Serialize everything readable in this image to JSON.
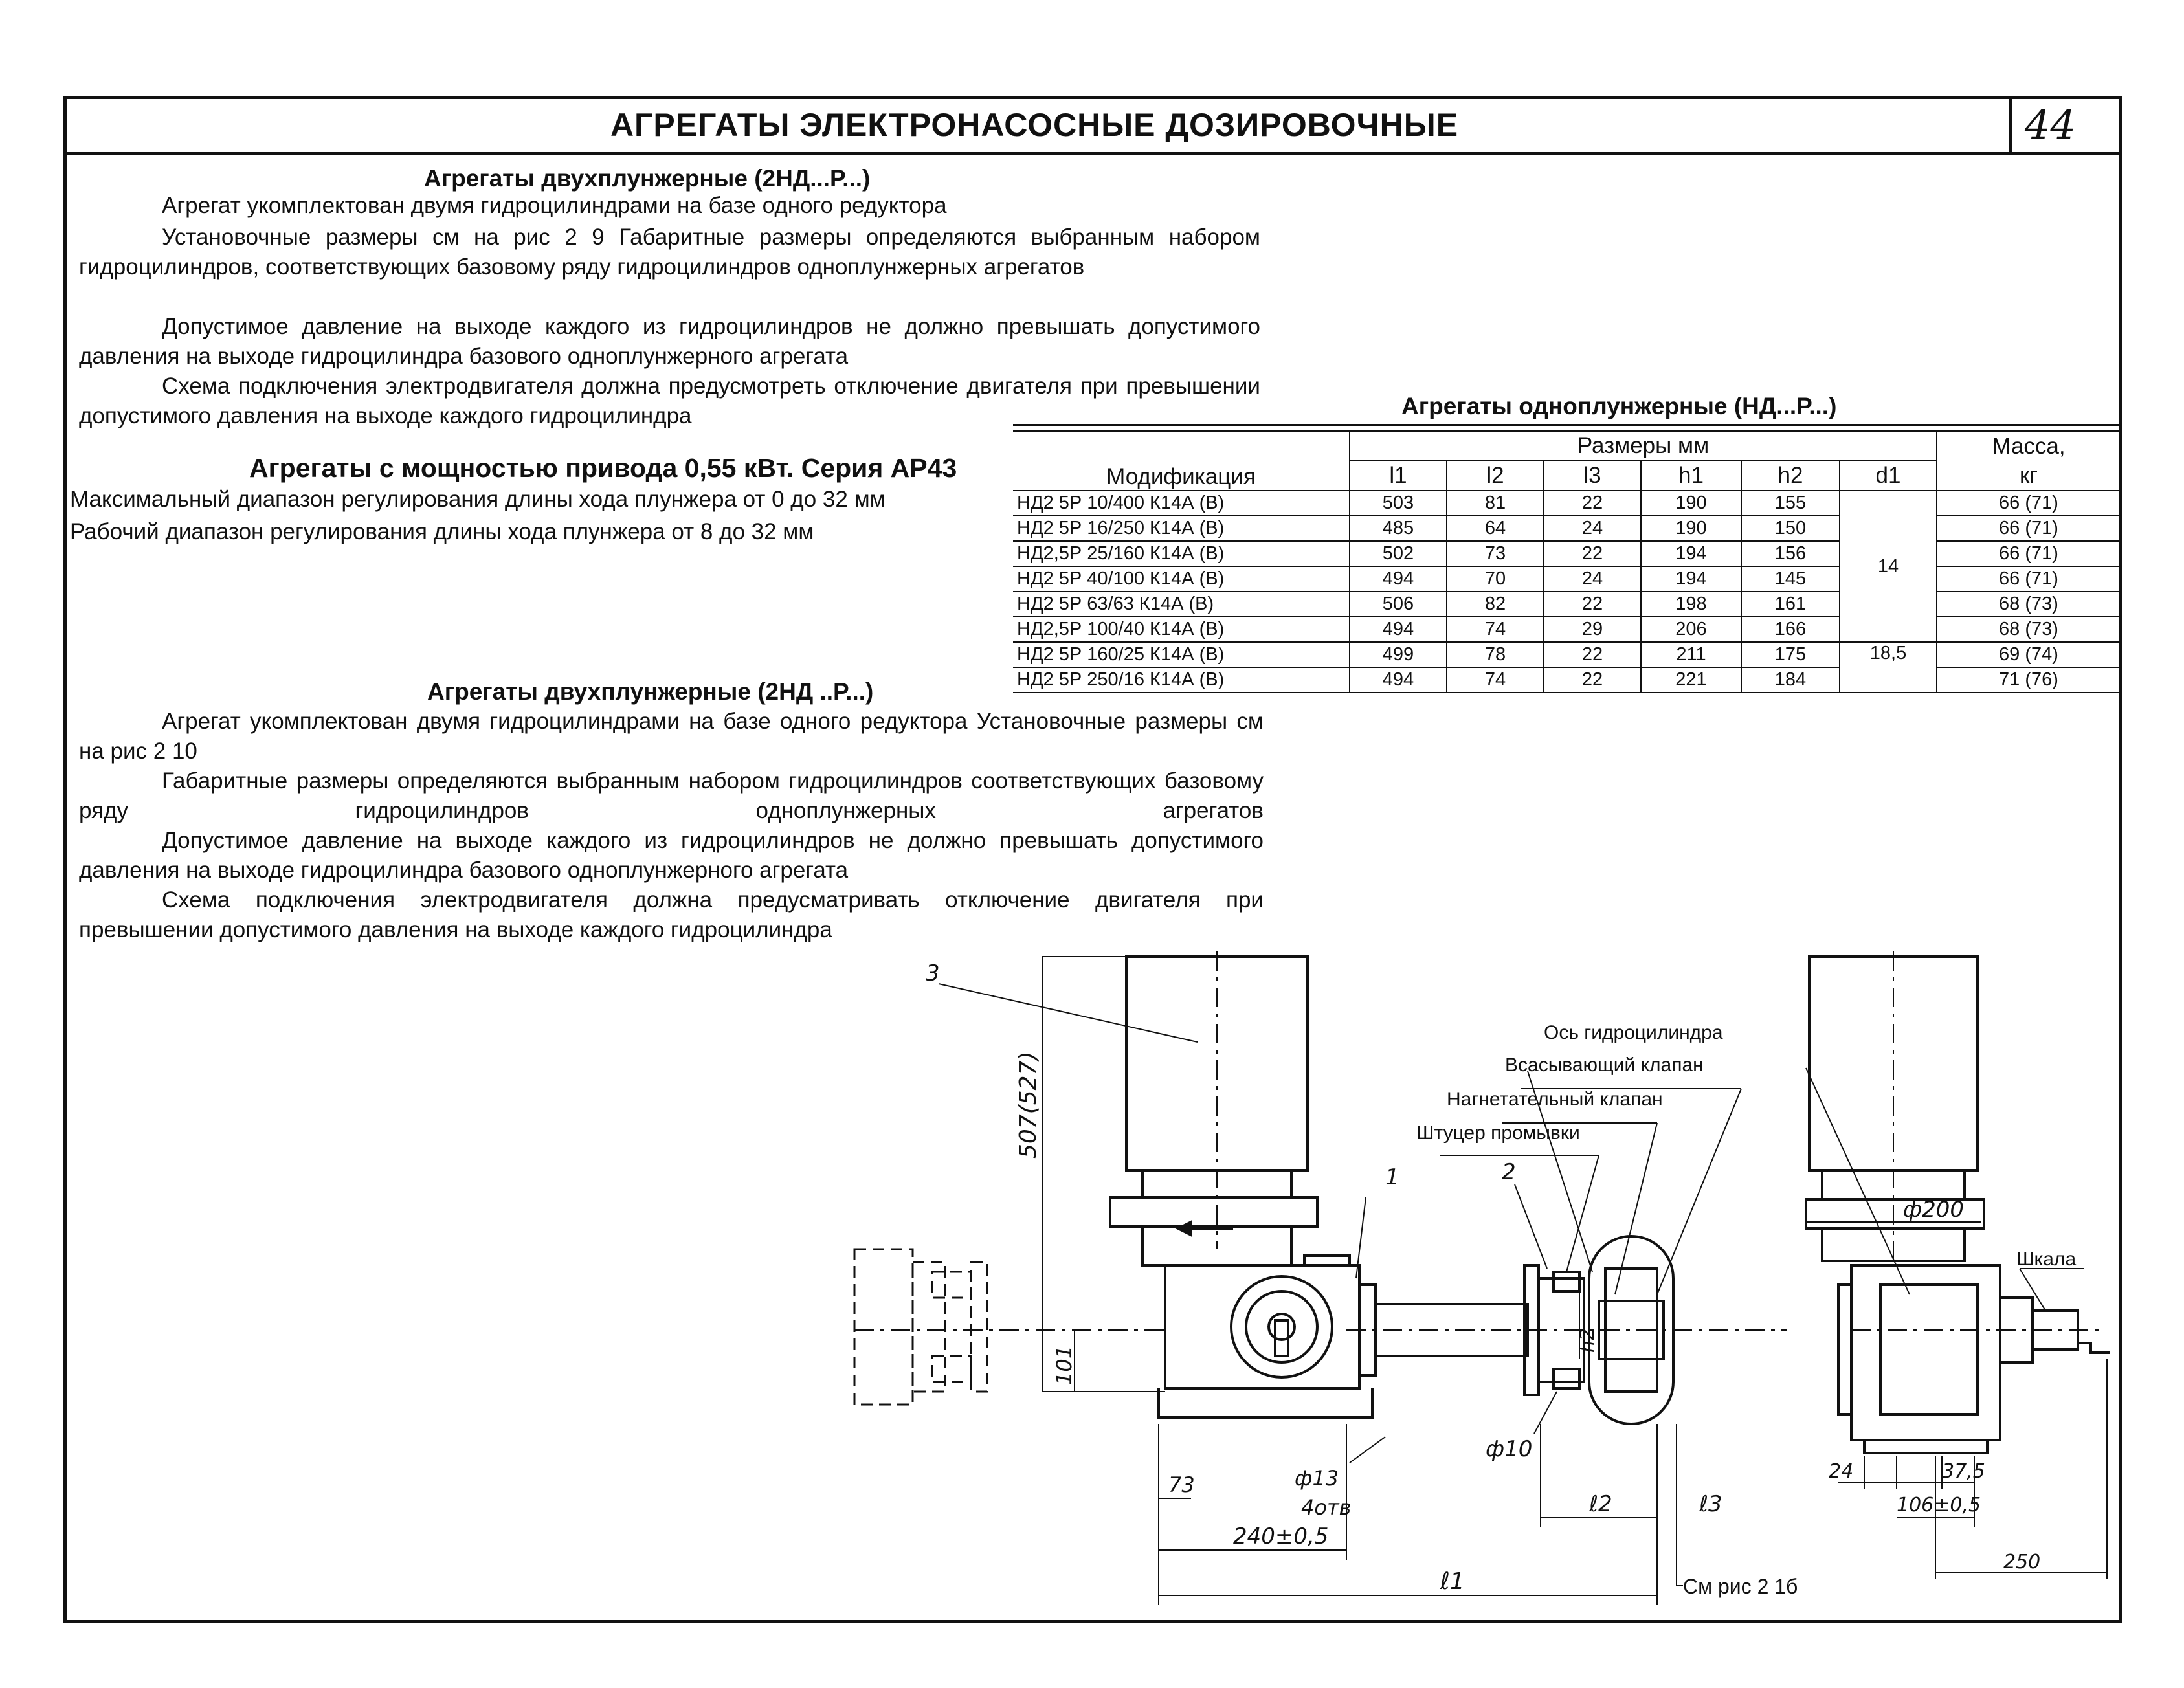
{
  "header": {
    "title": "АГРЕГАТЫ ЭЛЕКТРОНАСОСНЫЕ ДОЗИРОВОЧНЫЕ",
    "page_number": "44"
  },
  "section1": {
    "heading": "Агрегаты двухплунжерные (2НД...Р...)",
    "lines": [
      "Агрегат укомплектован двумя гидроцилиндрами на базе одного редуктора",
      "Установочные размеры см на рис 2 9 Габаритные размеры определяются выбранным набором гидроцилиндров, соответствующих базовому ряду гидроцилиндров одноплунжерных агрегатов",
      "Допустимое давление на выходе каждого из гидроцилиндров не должно превышать допустимого давления на выходе гидроцилиндра базового одноплунжерного агрегата",
      "Схема подключения электродвигателя должна предусмотреть отключение двигателя при превышении допустимого давления на выходе каждого гидроцилиндра"
    ]
  },
  "section2": {
    "heading": "Агрегаты с мощностью привода 0,55 кВт. Серия АР43",
    "lines": [
      "Максимальный диапазон регулирования длины хода плунжера от 0 до 32 мм",
      "Рабочий диапазон регулирования длины хода плунжера от 8 до 32 мм"
    ]
  },
  "section3": {
    "heading": "Агрегаты двухплунжерные (2НД ..Р...)",
    "lines": [
      "Агрегат укомплектован двумя гидроцилиндрами на базе одного редуктора Установочные размеры см на рис 2 10",
      "Габаритные размеры определяются выбранным набором гидроцилиндров соответствующих базовому ряду гидроцилиндров одноплунжерных агрегатов",
      "Допустимое давление на выходе каждого из гидроцилиндров не должно превышать допустимого давления на выходе гидроцилиндра базового одноплунжерного агрегата",
      "Схема подключения электродвигателя должна предусматривать отключение двигателя при превышении допустимого давления на выходе каждого гидроцилиндра"
    ]
  },
  "table": {
    "title": "Агрегаты одноплунжерные (НД...Р...)",
    "col_modification": "Модификация",
    "col_sizes": "Размеры мм",
    "col_mass": "Масса,",
    "col_mass_unit": "кг",
    "sub_cols": [
      "l1",
      "l2",
      "l3",
      "h1",
      "h2",
      "d1"
    ],
    "rows": [
      {
        "mod": "НД2 5Р 10/400 К14А (В)",
        "l1": "503",
        "l2": "81",
        "l3": "22",
        "h1": "190",
        "h2": "155",
        "mass": "66 (71)"
      },
      {
        "mod": "НД2 5Р 16/250 К14А (В)",
        "l1": "485",
        "l2": "64",
        "l3": "24",
        "h1": "190",
        "h2": "150",
        "mass": "66 (71)"
      },
      {
        "mod": "НД2,5Р 25/160 К14А (В)",
        "l1": "502",
        "l2": "73",
        "l3": "22",
        "h1": "194",
        "h2": "156",
        "mass": "66 (71)"
      },
      {
        "mod": "НД2 5Р 40/100 К14А (В)",
        "l1": "494",
        "l2": "70",
        "l3": "24",
        "h1": "194",
        "h2": "145",
        "mass": "66 (71)"
      },
      {
        "mod": "НД2 5Р 63/63 К14А (В)",
        "l1": "506",
        "l2": "82",
        "l3": "22",
        "h1": "198",
        "h2": "161",
        "mass": "68 (73)"
      },
      {
        "mod": "НД2,5Р 100/40 К14А (В)",
        "l1": "494",
        "l2": "74",
        "l3": "29",
        "h1": "206",
        "h2": "166",
        "mass": "68 (73)"
      },
      {
        "mod": "НД2 5Р 160/25 К14А (В)",
        "l1": "499",
        "l2": "78",
        "l3": "22",
        "h1": "211",
        "h2": "175",
        "mass": "69 (74)"
      },
      {
        "mod": "НД2 5Р 250/16 К14А (В)",
        "l1": "494",
        "l2": "74",
        "l3": "22",
        "h1": "221",
        "h2": "184",
        "mass": "71 (76)"
      }
    ],
    "d1_group_1": "14",
    "d1_group_2": "18,5"
  },
  "drawing": {
    "label_3": "3",
    "label_1": "1",
    "label_2": "2",
    "dim_height": "507(527)",
    "dim_101": "101",
    "dim_73": "73",
    "dim_phi13": "ф13",
    "dim_4holes": "4отв",
    "dim_240": "240±0,5",
    "dim_l1": "ℓ1",
    "dim_l2": "ℓ2",
    "dim_l3": "ℓ3",
    "dim_phi10": "ф10",
    "dim_h2": "h2",
    "callout_axis": "Ось гидроцилиндра",
    "callout_suction": "Всасывающий клапан",
    "callout_discharge": "Нагнетательный клапан",
    "callout_flush": "Штуцер промывки",
    "callout_see": "См рис 2 1б",
    "dim_phi200": "ф200",
    "callout_scale": "Шкала",
    "dim_24": "24",
    "dim_37_5": "37,5",
    "dim_106": "106±0,5",
    "dim_250": "250"
  }
}
